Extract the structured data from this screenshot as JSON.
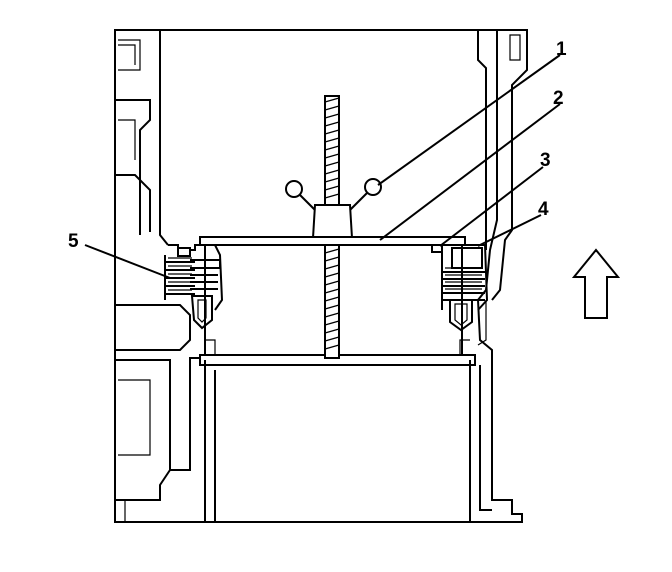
{
  "diagram": {
    "callouts": [
      {
        "id": "1",
        "label": "1"
      },
      {
        "id": "2",
        "label": "2"
      },
      {
        "id": "3",
        "label": "3"
      },
      {
        "id": "4",
        "label": "4"
      },
      {
        "id": "5",
        "label": "5"
      }
    ],
    "direction_indicator": "up-arrow-icon"
  }
}
